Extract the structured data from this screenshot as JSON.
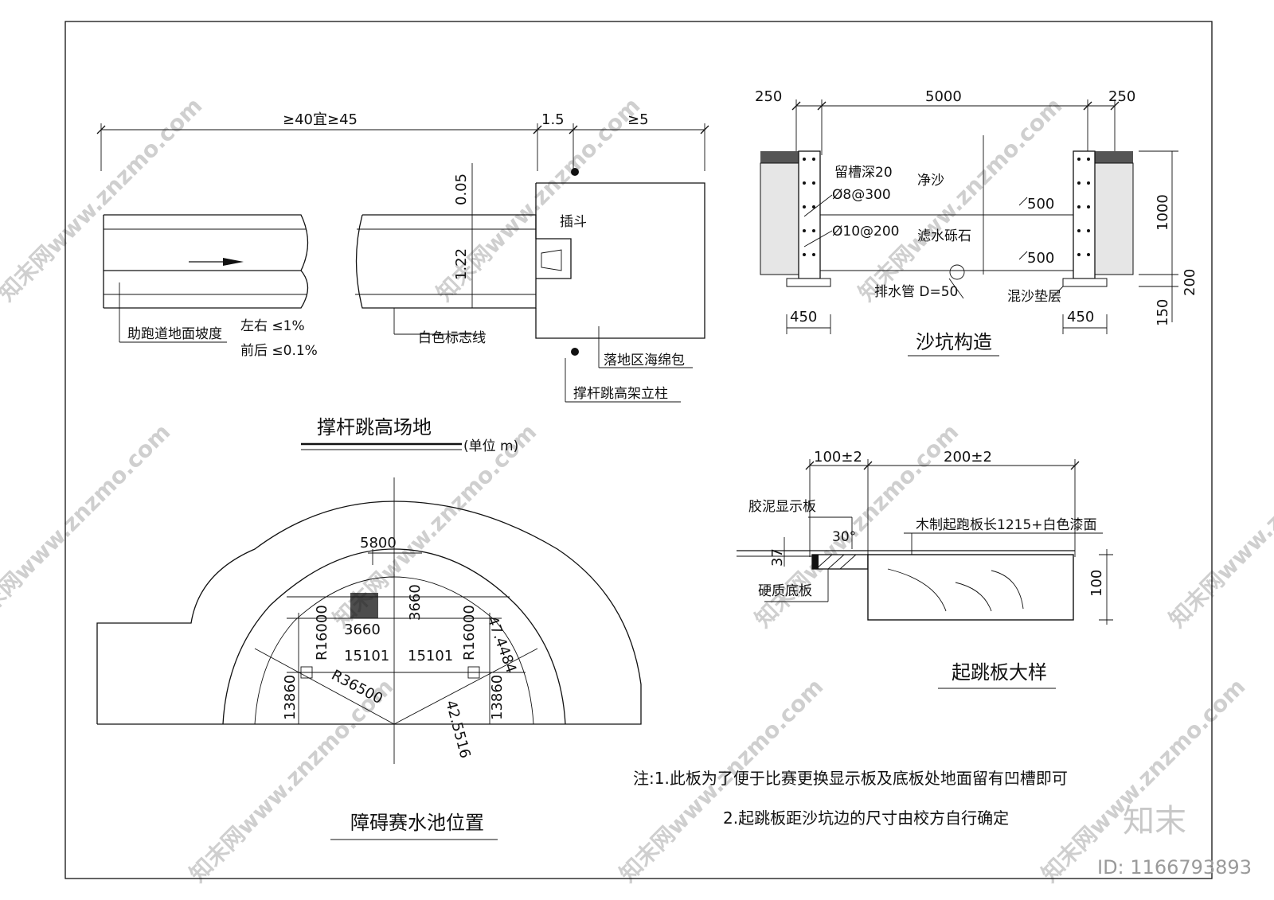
{
  "pole_vault": {
    "dim_runway": "≥40宜≥45",
    "dim_box": "1.5",
    "dim_landing": "≥5",
    "dim_top": "0.05",
    "dim_width": "1.22",
    "label_box": "插斗",
    "label_slope": "助跑道地面坡度",
    "slope_lr": "左右 ≤1%",
    "slope_fb": "前后 ≤0.1%",
    "label_line": "白色标志线",
    "label_pad": "落地区海绵包",
    "label_post": "撑杆跳高架立柱",
    "title": "撑杆跳高场地",
    "unit": "(单位 m)"
  },
  "sand_pit": {
    "dim_left": "250",
    "dim_mid": "5000",
    "dim_right": "250",
    "label_groove": "留槽深20",
    "label_rebar1": "Ø8@300",
    "label_rebar2": "Ø10@200",
    "label_sand": "净沙",
    "label_gravel": "滤水砾石",
    "dim_500a": "500",
    "dim_500b": "500",
    "dim_1000": "1000",
    "dim_200": "200",
    "dim_150": "150",
    "label_drain": "排水管 D=50",
    "label_cushion": "混沙垫层",
    "dim_450a": "450",
    "dim_450b": "450",
    "title": "沙坑构造"
  },
  "takeoff": {
    "dim_100": "100±2",
    "dim_200": "200±2",
    "label_display": "胶泥显示板",
    "label_board": "木制起跑板长1215+白色漆面",
    "angle": "30°",
    "dim_37": "37",
    "label_base": "硬质底板",
    "dim_h100": "100",
    "title": "起跳板大样"
  },
  "pool": {
    "dim_5800": "5800",
    "dim_3660v": "3660",
    "dim_3660h": "3660",
    "dim_r16000a": "R16000",
    "dim_r16000b": "R16000",
    "dim_15101a": "15101",
    "dim_15101b": "15101",
    "angle_a": "47.4484",
    "dim_r36500": "R36500",
    "angle_b": "42.5516",
    "dim_13860a": "13860",
    "dim_13860b": "13860",
    "title": "障碍赛水池位置"
  },
  "notes": {
    "line1": "注:1.此板为了便于比赛更换显示板及底板处地面留有凹槽即可",
    "line2": "2.起跳板距沙坑边的尺寸由校方自行确定"
  },
  "brand": {
    "logo": "知末",
    "id": "ID: 1166793893",
    "watermark": "知末网www.znzmo.com"
  }
}
